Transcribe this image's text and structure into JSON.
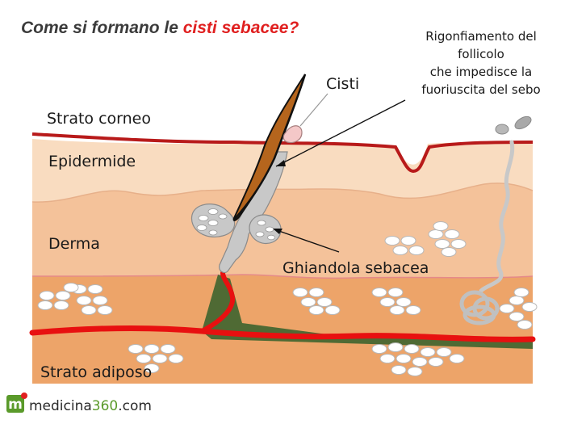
{
  "title": {
    "prefix": "Come si formano le ",
    "highlight": "cisti sebacee?"
  },
  "layers": {
    "strato_corneo": "Strato corneo",
    "epidermide": "Epidermide",
    "derma": "Derma",
    "strato_adiposo": "Strato adiposo"
  },
  "callouts": {
    "cisti": "Cisti",
    "rigonfiamento": [
      "Rigonfiamento del",
      "follicolo",
      "che impedisce  la",
      "fuoriuscita del sebo"
    ],
    "ghiandola": "Ghiandola sebacea"
  },
  "brand": {
    "logo_letter": "m",
    "name_prefix": "medicina",
    "name_number": "360",
    "name_suffix": ".com"
  },
  "colors": {
    "title_accent": "#e02020",
    "blood_vessel": "#e81010",
    "hair": "#b5651d",
    "cyst": "#f4c8c8",
    "gland": "#c8c8c8",
    "corneum_line": "#b81a1a",
    "epidermis": "#f9dcc0",
    "dermis": "#f4c29a",
    "adipose": "#eda469",
    "logo_green": "#5a9a2a"
  }
}
